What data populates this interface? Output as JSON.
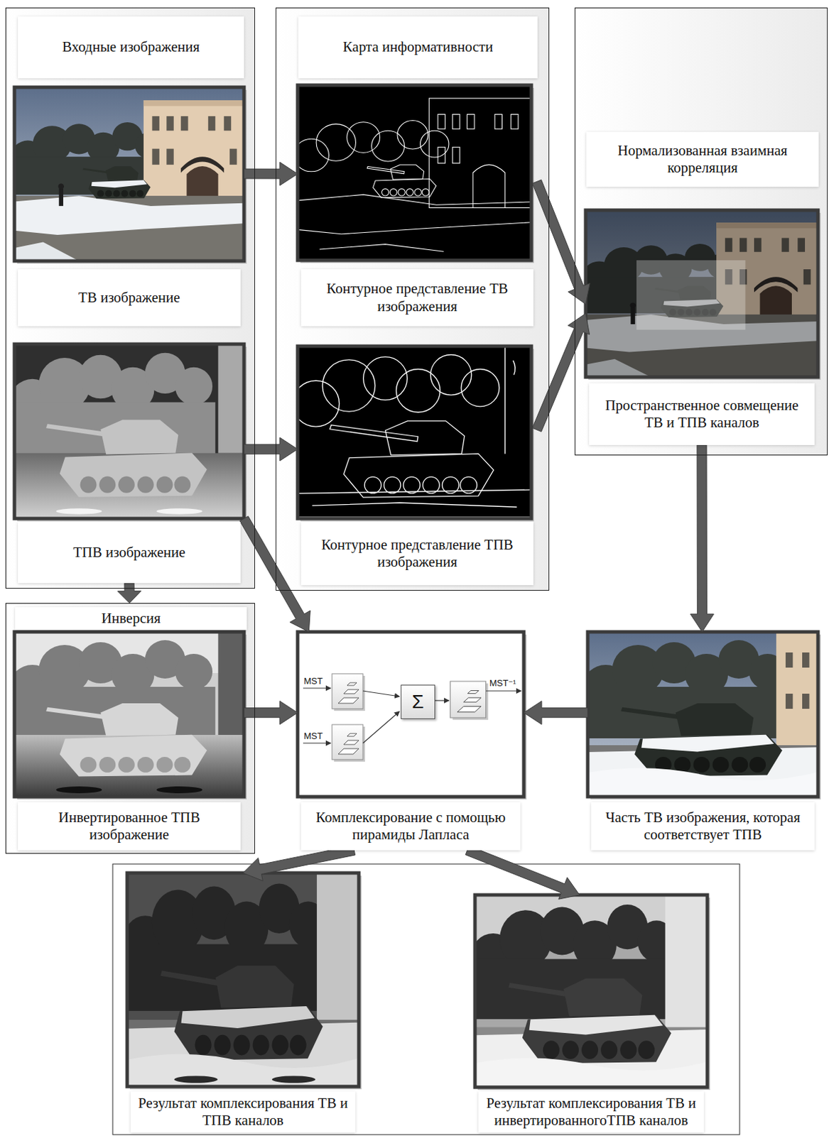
{
  "diagram": {
    "nodes": [
      {
        "text": [
          "Входные изображения"
        ]
      },
      {
        "text": [
          "ТВ изображение"
        ],
        "in": 0
      },
      {
        "text": [
          "ТПВ изображение"
        ],
        "in": 0
      },
      {
        "text": [
          "Карта информативности"
        ]
      },
      {
        "text": [
          "Контурное представление ТВ изображения"
        ],
        "in": 3
      },
      {
        "text": [
          "Контурное представление ТПВ изображения"
        ],
        "in": 3
      },
      {
        "text": [
          "Нормализованная взаимная корреляция"
        ]
      },
      {
        "text": [
          "Пространственное совмещение ТВ и ТПВ каналов"
        ],
        "in": 6
      },
      {
        "text": [
          "Инверсия"
        ]
      },
      {
        "text": [
          "Инвертированное ТПВ изображение"
        ],
        "in": 8
      },
      {
        "text": [
          "Комплексирование с помощью пирамиды Лапласа"
        ]
      },
      {
        "text": [
          "Σ"
        ],
        "in": 10
      },
      {
        "text": [
          "Часть ТВ изображения, которая соответствует ТПВ"
        ]
      },
      {
        "text": [
          "Результат комплексирования ТВ и ТПВ каналов"
        ]
      },
      {
        "text": [
          "Результат комплексирования ТВ и инвертированногоТПВ каналов"
        ]
      }
    ],
    "edges": [
      {
        "from": 1,
        "to": 4,
        "arrow": "to"
      },
      {
        "from": 2,
        "to": 5,
        "arrow": "to"
      },
      {
        "from": 4,
        "to": 7,
        "arrow": "to"
      },
      {
        "from": 5,
        "to": 7,
        "arrow": "to"
      },
      {
        "from": 7,
        "to": 12,
        "arrow": "to"
      },
      {
        "from": 2,
        "to": 8,
        "arrow": "to"
      },
      {
        "from": 2,
        "to": 10,
        "arrow": "to"
      },
      {
        "from": 9,
        "to": 10,
        "arrow": "to"
      },
      {
        "from": 12,
        "to": 10,
        "arrow": "to"
      },
      {
        "from": 10,
        "to": 13,
        "arrow": "to"
      },
      {
        "from": 10,
        "to": 14,
        "arrow": "to"
      }
    ],
    "labels": [
      "MST",
      "MST",
      "MST⁻¹"
    ]
  }
}
